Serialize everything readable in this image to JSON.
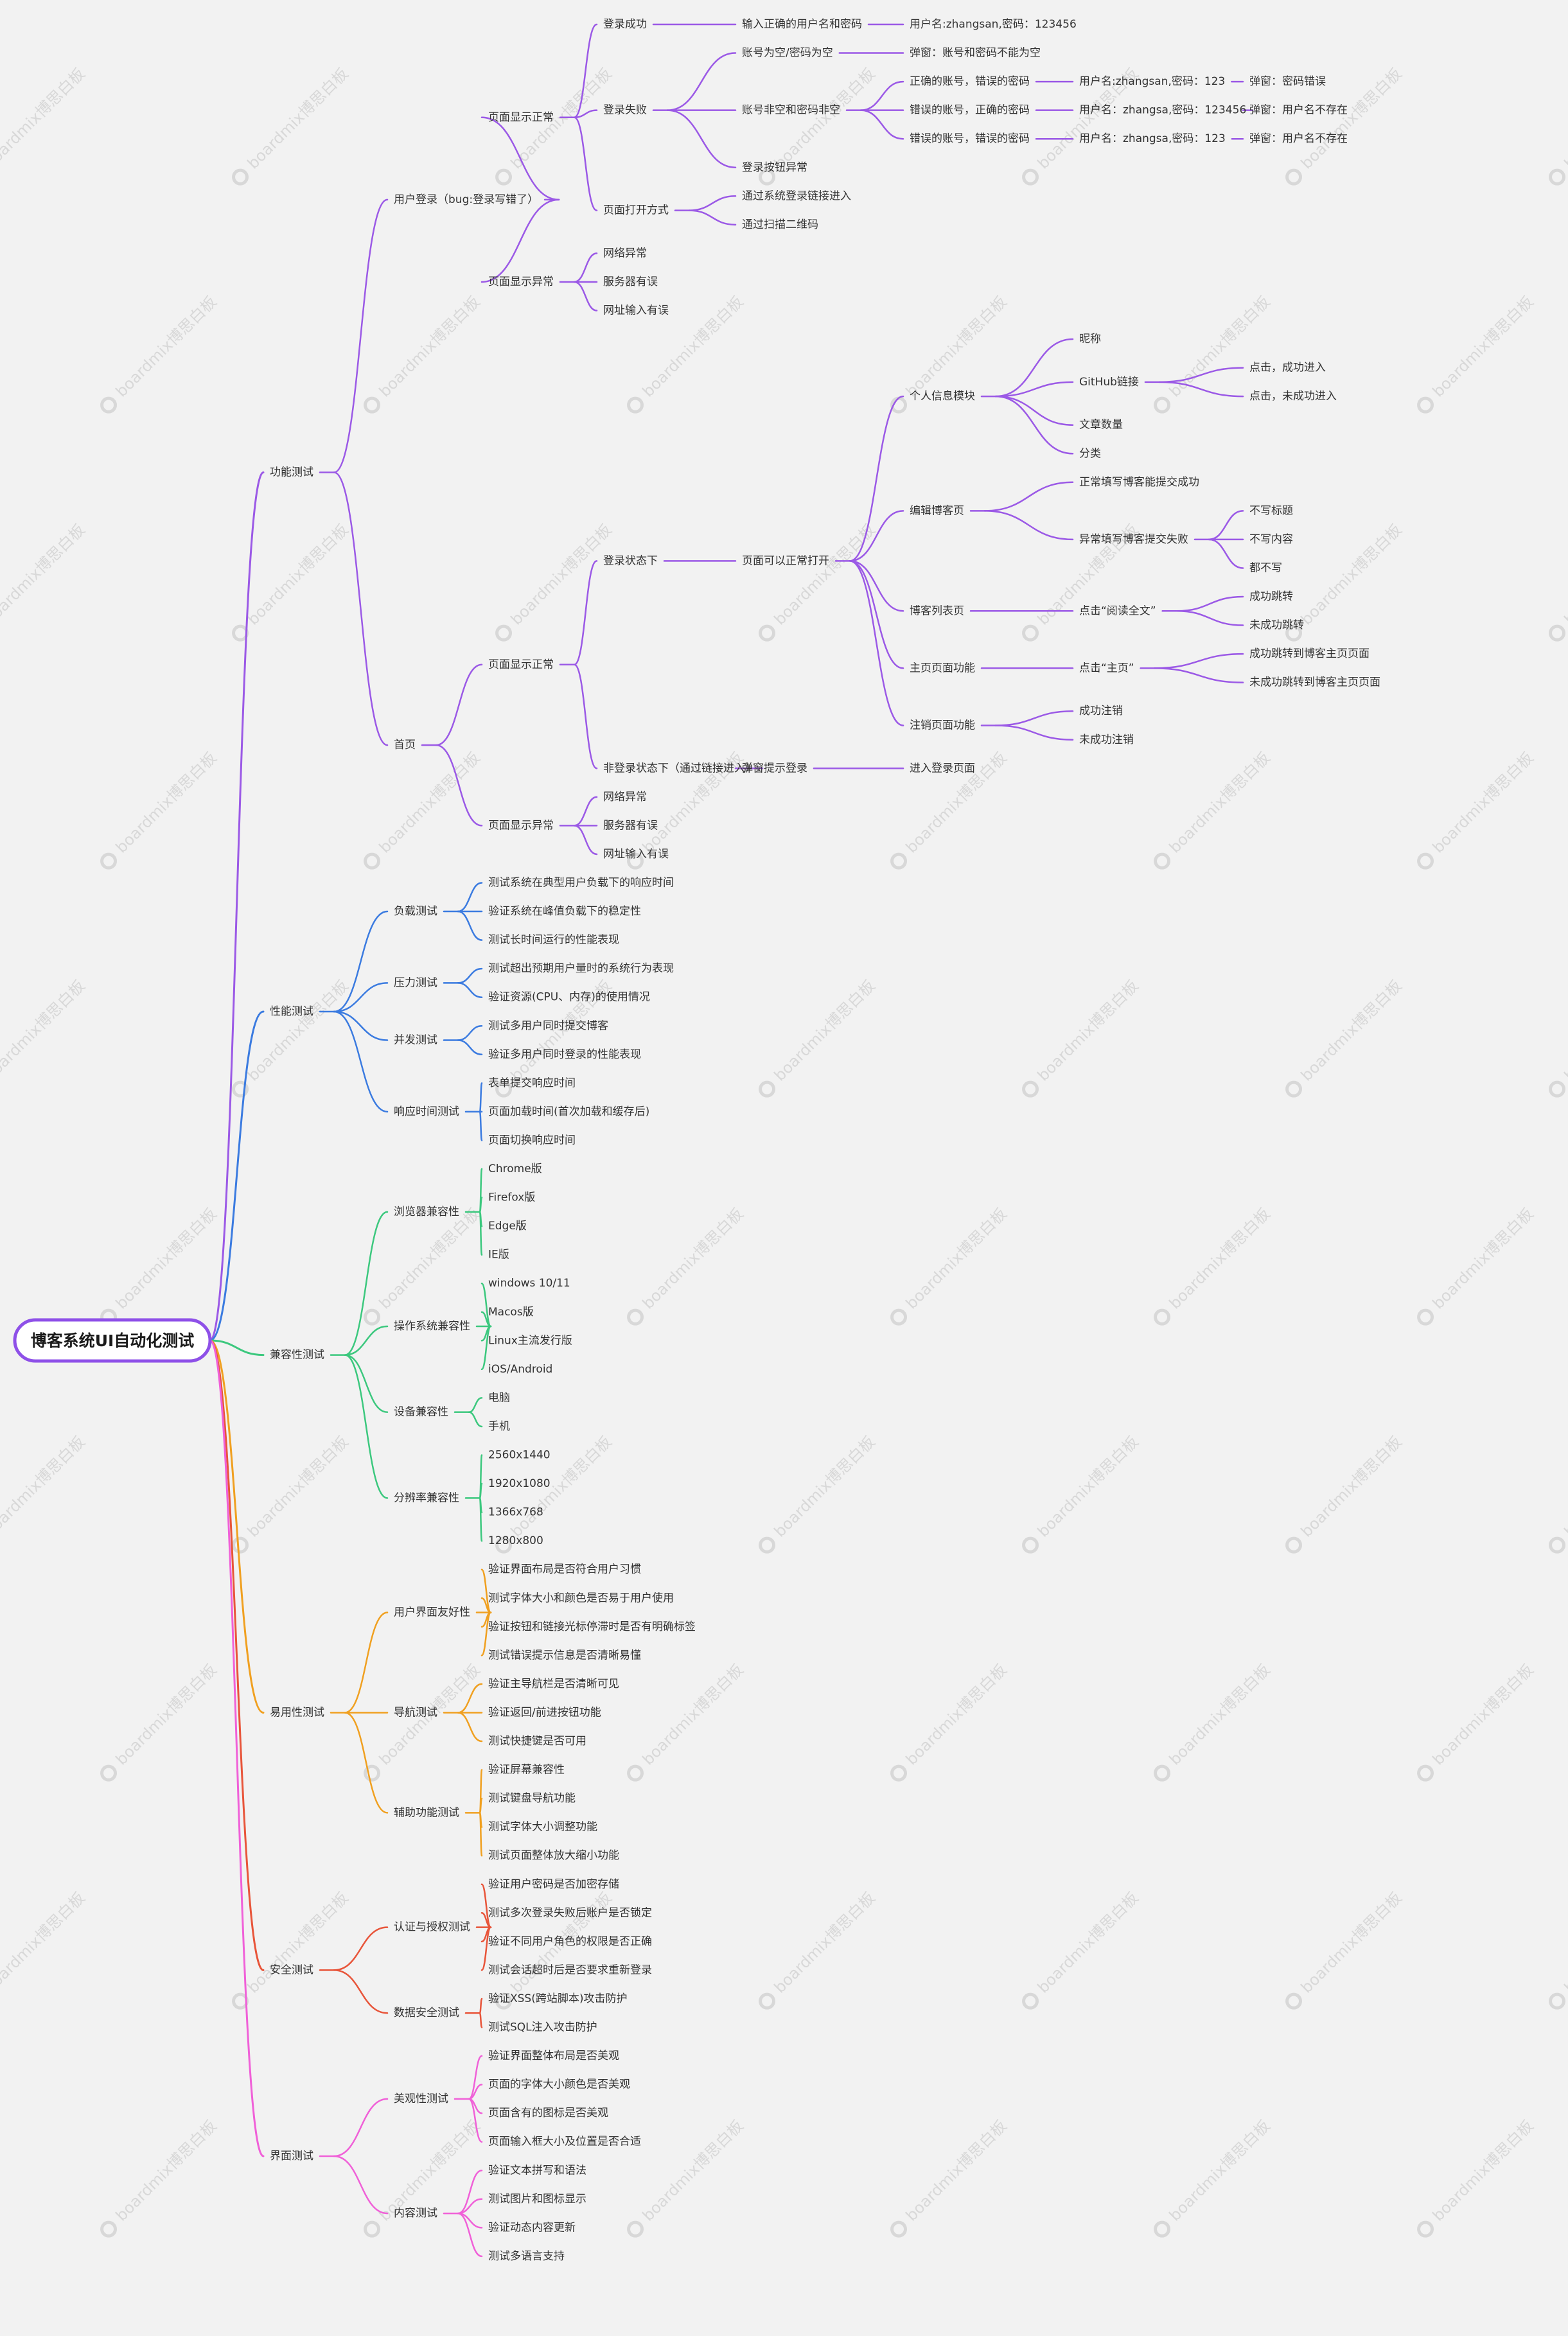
{
  "watermark": "boardmix博思白板",
  "root": {
    "label": "博客系统UI自动化测试",
    "children": [
      {
        "label": "功能测试",
        "color": "#9b59e6",
        "children": [
          {
            "label": "用户登录（bug:登录写错了）",
            "children": [
              {
                "label": "页面显示正常",
                "children": [
                  {
                    "label": "登录成功",
                    "children": [
                      {
                        "label": "输入正确的用户名和密码",
                        "children": [
                          {
                            "label": "用户名:zhangsan,密码：123456"
                          }
                        ]
                      }
                    ]
                  },
                  {
                    "label": "登录失败",
                    "children": [
                      {
                        "label": "账号为空/密码为空",
                        "children": [
                          {
                            "label": "弹窗：账号和密码不能为空"
                          }
                        ]
                      },
                      {
                        "label": "账号非空和密码非空",
                        "children": [
                          {
                            "label": "正确的账号，错误的密码",
                            "children": [
                              {
                                "label": "用户名:zhangsan,密码：123",
                                "children": [
                                  {
                                    "label": "弹窗：密码错误"
                                  }
                                ]
                              }
                            ]
                          },
                          {
                            "label": "错误的账号，正确的密码",
                            "children": [
                              {
                                "label": "用户名：zhangsa,密码：123456",
                                "children": [
                                  {
                                    "label": "弹窗：用户名不存在"
                                  }
                                ]
                              }
                            ]
                          },
                          {
                            "label": "错误的账号，错误的密码",
                            "children": [
                              {
                                "label": "用户名：zhangsa,密码：123",
                                "children": [
                                  {
                                    "label": "弹窗：用户名不存在"
                                  }
                                ]
                              }
                            ]
                          }
                        ]
                      },
                      {
                        "label": "登录按钮异常"
                      }
                    ]
                  },
                  {
                    "label": "页面打开方式",
                    "children": [
                      {
                        "label": "通过系统登录链接进入"
                      },
                      {
                        "label": "通过扫描二维码"
                      }
                    ]
                  }
                ]
              },
              {
                "label": "页面显示异常",
                "children": [
                  {
                    "label": "网络异常"
                  },
                  {
                    "label": "服务器有误"
                  },
                  {
                    "label": "网址输入有误"
                  }
                ]
              }
            ]
          },
          {
            "label": "首页",
            "children": [
              {
                "label": "页面显示正常",
                "children": [
                  {
                    "label": "登录状态下",
                    "children": [
                      {
                        "label": "页面可以正常打开",
                        "children": [
                          {
                            "label": "个人信息模块",
                            "children": [
                              {
                                "label": "昵称"
                              },
                              {
                                "label": "GitHub链接",
                                "children": [
                                  {
                                    "label": "点击，成功进入"
                                  },
                                  {
                                    "label": "点击，未成功进入"
                                  }
                                ]
                              },
                              {
                                "label": "文章数量"
                              },
                              {
                                "label": "分类"
                              }
                            ]
                          },
                          {
                            "label": "编辑博客页",
                            "children": [
                              {
                                "label": "正常填写博客能提交成功"
                              },
                              {
                                "label": "异常填写博客提交失败",
                                "children": [
                                  {
                                    "label": "不写标题"
                                  },
                                  {
                                    "label": "不写内容"
                                  },
                                  {
                                    "label": "都不写"
                                  }
                                ]
                              }
                            ]
                          },
                          {
                            "label": "博客列表页",
                            "children": [
                              {
                                "label": "点击“阅读全文”",
                                "children": [
                                  {
                                    "label": "成功跳转"
                                  },
                                  {
                                    "label": "未成功跳转"
                                  }
                                ]
                              }
                            ]
                          },
                          {
                            "label": "主页页面功能",
                            "children": [
                              {
                                "label": "点击“主页”",
                                "children": [
                                  {
                                    "label": "成功跳转到博客主页页面"
                                  },
                                  {
                                    "label": "未成功跳转到博客主页页面"
                                  }
                                ]
                              }
                            ]
                          },
                          {
                            "label": "注销页面功能",
                            "children": [
                              {
                                "label": "成功注销"
                              },
                              {
                                "label": "未成功注销"
                              }
                            ]
                          }
                        ]
                      }
                    ]
                  },
                  {
                    "label": "非登录状态下（通过链接进入）",
                    "children": [
                      {
                        "label": "弹窗提示登录",
                        "children": [
                          {
                            "label": "进入登录页面"
                          }
                        ]
                      }
                    ]
                  }
                ]
              },
              {
                "label": "页面显示异常",
                "children": [
                  {
                    "label": "网络异常"
                  },
                  {
                    "label": "服务器有误"
                  },
                  {
                    "label": "网址输入有误"
                  }
                ]
              }
            ]
          }
        ]
      },
      {
        "label": "性能测试",
        "color": "#3b7be0",
        "children": [
          {
            "label": "负载测试",
            "children": [
              {
                "label": "测试系统在典型用户负载下的响应时间"
              },
              {
                "label": "验证系统在峰值负载下的稳定性"
              },
              {
                "label": "测试长时间运行的性能表现"
              }
            ]
          },
          {
            "label": "压力测试",
            "children": [
              {
                "label": "测试超出预期用户量时的系统行为表现"
              },
              {
                "label": "验证资源(CPU、内存)的使用情况"
              }
            ]
          },
          {
            "label": "并发测试",
            "children": [
              {
                "label": "测试多用户同时提交博客"
              },
              {
                "label": "验证多用户同时登录的性能表现"
              }
            ]
          },
          {
            "label": "响应时间测试",
            "children": [
              {
                "label": "表单提交响应时间"
              },
              {
                "label": "页面加载时间(首次加载和缓存后)"
              },
              {
                "label": "页面切换响应时间"
              }
            ]
          }
        ]
      },
      {
        "label": "兼容性测试",
        "color": "#3cc87e",
        "children": [
          {
            "label": "浏览器兼容性",
            "children": [
              {
                "label": "Chrome版"
              },
              {
                "label": "Firefox版"
              },
              {
                "label": "Edge版"
              },
              {
                "label": "IE版"
              }
            ]
          },
          {
            "label": "操作系统兼容性",
            "children": [
              {
                "label": "windows 10/11"
              },
              {
                "label": "Macos版"
              },
              {
                "label": "Linux主流发行版"
              },
              {
                "label": "iOS/Android"
              }
            ]
          },
          {
            "label": "设备兼容性",
            "children": [
              {
                "label": "电脑"
              },
              {
                "label": "手机"
              }
            ]
          },
          {
            "label": "分辨率兼容性",
            "children": [
              {
                "label": "2560x1440"
              },
              {
                "label": "1920x1080"
              },
              {
                "label": "1366x768"
              },
              {
                "label": "1280x800"
              }
            ]
          }
        ]
      },
      {
        "label": "易用性测试",
        "color": "#f0a020",
        "children": [
          {
            "label": "用户界面友好性",
            "children": [
              {
                "label": "验证界面布局是否符合用户习惯"
              },
              {
                "label": "测试字体大小和颜色是否易于用户使用"
              },
              {
                "label": "验证按钮和链接光标停滞时是否有明确标签"
              },
              {
                "label": "测试错误提示信息是否清晰易懂"
              }
            ]
          },
          {
            "label": "导航测试",
            "children": [
              {
                "label": "验证主导航栏是否清晰可见"
              },
              {
                "label": "验证返回/前进按钮功能"
              },
              {
                "label": "测试快捷键是否可用"
              }
            ]
          },
          {
            "label": "辅助功能测试",
            "children": [
              {
                "label": "验证屏幕兼容性"
              },
              {
                "label": "测试键盘导航功能"
              },
              {
                "label": "测试字体大小调整功能"
              },
              {
                "label": "测试页面整体放大缩小功能"
              }
            ]
          }
        ]
      },
      {
        "label": "安全测试",
        "color": "#e8553a",
        "children": [
          {
            "label": "认证与授权测试",
            "children": [
              {
                "label": "验证用户密码是否加密存储"
              },
              {
                "label": "测试多次登录失败后账户是否锁定"
              },
              {
                "label": "验证不同用户角色的权限是否正确"
              },
              {
                "label": "测试会话超时后是否要求重新登录"
              }
            ]
          },
          {
            "label": "数据安全测试",
            "children": [
              {
                "label": "验证XSS(跨站脚本)攻击防护"
              },
              {
                "label": "测试SQL注入攻击防护"
              }
            ]
          }
        ]
      },
      {
        "label": "界面测试",
        "color": "#f060d8",
        "children": [
          {
            "label": "美观性测试",
            "children": [
              {
                "label": "验证界面整体布局是否美观"
              },
              {
                "label": "页面的字体大小颜色是否美观"
              },
              {
                "label": "页面含有的图标是否美观"
              },
              {
                "label": "页面输入框大小及位置是否合适"
              }
            ]
          },
          {
            "label": "内容测试",
            "children": [
              {
                "label": "验证文本拼写和语法"
              },
              {
                "label": "测试图片和图标显示"
              },
              {
                "label": "验证动态内容更新"
              },
              {
                "label": "测试多语言支持"
              }
            ]
          }
        ]
      }
    ]
  }
}
